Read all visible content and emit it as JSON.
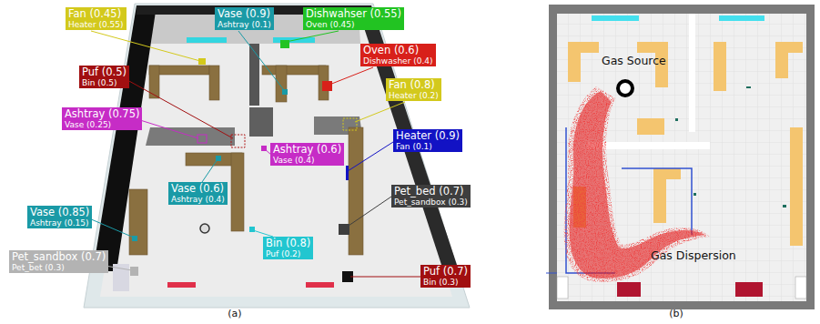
{
  "diagram": {
    "nodes": [
      {
        "text": [
          "Fan (0.45)",
          "Heater (0.55)"
        ]
      },
      {
        "text": [
          "Vase (0.9)",
          "Ashtray (0.1)"
        ]
      },
      {
        "text": [
          "Dishwahser (0.55)",
          "Oven (0.45)"
        ]
      },
      {
        "text": [
          "Puf (0.5)",
          "Bin (0.5)"
        ]
      },
      {
        "text": [
          "Oven (0.6)",
          "Dishwasher (0.4)"
        ]
      },
      {
        "text": [
          "Ashtray (0.75)",
          "Vase (0.25)"
        ]
      },
      {
        "text": [
          "Fan (0.8)",
          "Heater (0.2)"
        ]
      },
      {
        "text": [
          "Heater (0.9)",
          "Fan (0.1)"
        ]
      },
      {
        "text": [
          "Ashtray (0.6)",
          "Vase (0.4)"
        ]
      },
      {
        "text": [
          "Vase (0.6)",
          "Ashtray (0.4)"
        ]
      },
      {
        "text": [
          "Pet_bed (0.7)",
          "Pet_sandbox (0.3)"
        ]
      },
      {
        "text": [
          "Vase (0.85)",
          "Ashtray (0.15)"
        ]
      },
      {
        "text": [
          "Bin (0.8)",
          "Puf (0.2)"
        ]
      },
      {
        "text": [
          "Pet_sandbox (0.7)",
          "Pet_bet (0.3)"
        ]
      },
      {
        "text": [
          "Puf (0.7)",
          "Bin (0.3)"
        ]
      }
    ],
    "labels": [
      "(a)",
      "(b)",
      "Gas Source",
      "Gas Dispersion"
    ]
  }
}
